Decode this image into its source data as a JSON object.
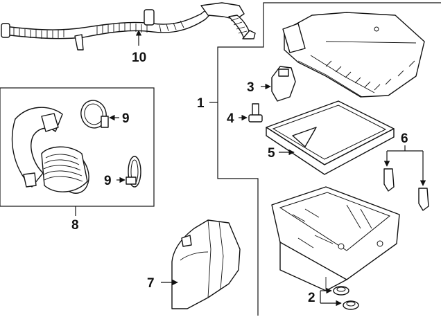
{
  "callouts": {
    "c1": "1",
    "c2": "2",
    "c3": "3",
    "c4": "4",
    "c5": "5",
    "c6": "6",
    "c7": "7",
    "c8": "8",
    "c9a": "9",
    "c9b": "9",
    "c10": "10"
  },
  "colors": {
    "ink": "#111111",
    "background": "#ffffff"
  }
}
